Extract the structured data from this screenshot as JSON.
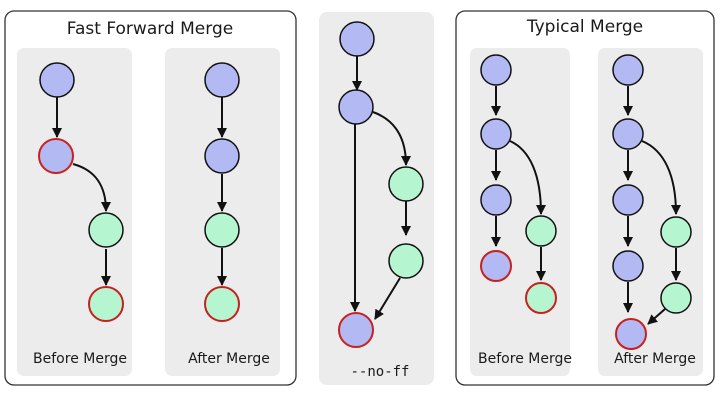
{
  "panels": {
    "fast_forward": {
      "title": "Fast Forward Merge",
      "before_label": "Before Merge",
      "after_label": "After Merge"
    },
    "no_ff": {
      "label": "--no-ff"
    },
    "typical": {
      "title": "Typical Merge",
      "before_label": "Before Merge",
      "after_label": "After Merge"
    }
  },
  "colors": {
    "main_commit_fill": "#b3b9f3",
    "branch_commit_fill": "#b5f5d0",
    "highlight_stroke": "#c8201e",
    "normal_stroke": "#111111",
    "panel_fill": "#ececec",
    "frame_stroke": "#333333"
  }
}
